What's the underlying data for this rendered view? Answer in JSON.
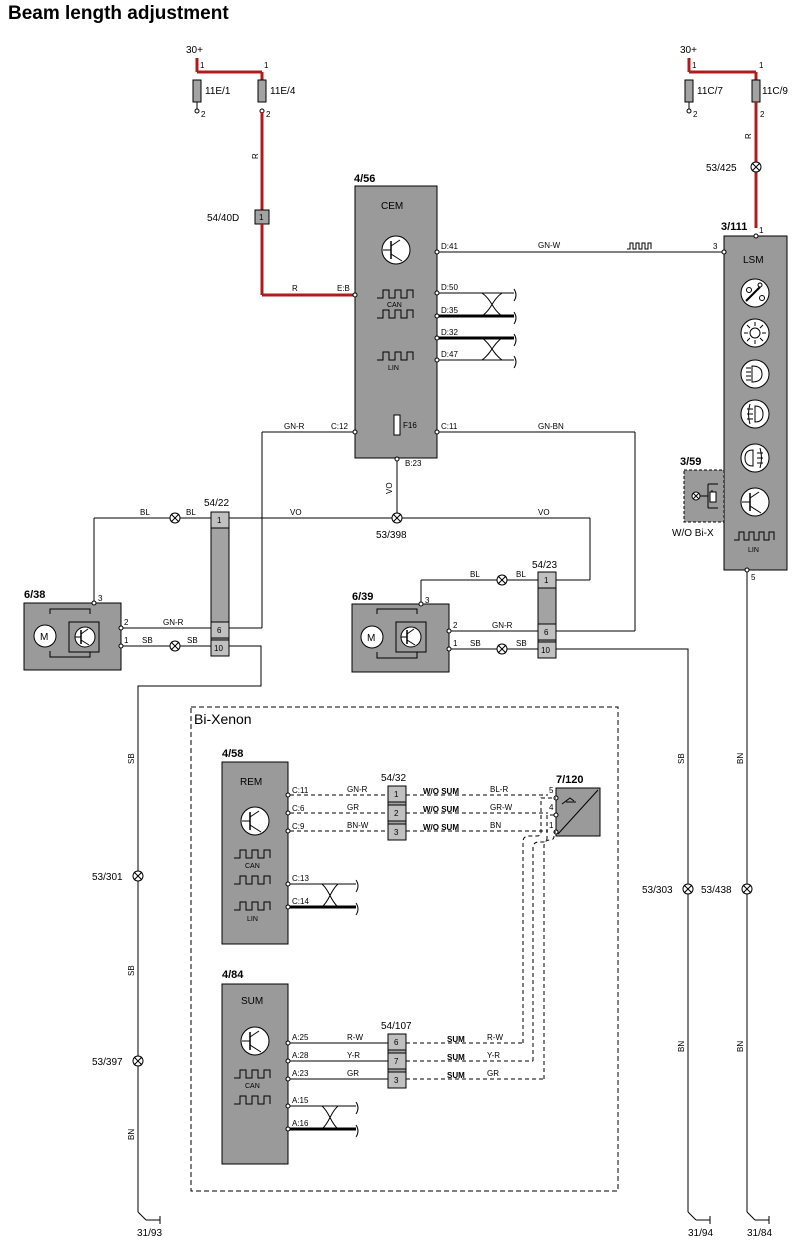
{
  "title": "Beam length adjustment",
  "power": {
    "left": "30+",
    "right": "30+"
  },
  "fuses": {
    "f11e1": "11E/1",
    "f11e4": "11E/4",
    "f11c7": "11C/7",
    "f11c9": "11C/9"
  },
  "components": {
    "cem": {
      "id": "4/56",
      "name": "CEM",
      "can": "CAN",
      "lin": "LIN",
      "fuse": "F16"
    },
    "lsm": {
      "id": "3/111",
      "name": "LSM",
      "lin": "LIN"
    },
    "bix": {
      "id": "3/59",
      "note": "W/O Bi-X"
    },
    "motor_left": {
      "id": "6/38",
      "motor": "M"
    },
    "motor_right": {
      "id": "6/39",
      "motor": "M"
    },
    "rem": {
      "id": "4/58",
      "name": "REM",
      "can": "CAN",
      "lin": "LIN"
    },
    "sum": {
      "id": "4/84",
      "name": "SUM",
      "can": "CAN"
    },
    "sensor": {
      "id": "7/120"
    }
  },
  "connectors": {
    "c5440d": "54/40D",
    "c5422": "54/22",
    "c5423": "54/23",
    "c5432": "54/32",
    "c54107": "54/107"
  },
  "splices": {
    "s53425": "53/425",
    "s53398": "53/398",
    "s53301": "53/301",
    "s53397": "53/397",
    "s53303": "53/303",
    "s53438": "53/438"
  },
  "grounds": {
    "g3193": "31/93",
    "g3194": "31/94",
    "g3184": "31/84"
  },
  "group_label": "Bi-Xenon",
  "pins": {
    "one": "1",
    "two": "2",
    "three": "3",
    "four": "4",
    "five": "5",
    "six": "6",
    "seven": "7",
    "ten": "10",
    "cem_d41": "D:41",
    "cem_eb": "E:B",
    "cem_d50": "D:50",
    "cem_d35": "D:35",
    "cem_d32": "D:32",
    "cem_d47": "D:47",
    "cem_c12": "C:12",
    "cem_c11": "C:11",
    "cem_b23": "B:23",
    "rem_c11": "C:11",
    "rem_c6": "C:6",
    "rem_c9": "C:9",
    "rem_c13": "C:13",
    "rem_c14": "C:14",
    "sum_a25": "A:25",
    "sum_a28": "A:28",
    "sum_a23": "A:23",
    "sum_a15": "A:15",
    "sum_a16": "A:16"
  },
  "wires": {
    "r": "R",
    "gnw": "GN-W",
    "gnr": "GN-R",
    "gnbn": "GN-BN",
    "vo": "VO",
    "bl": "BL",
    "sb": "SB",
    "bn": "BN",
    "bnw": "BN-W",
    "gr": "GR",
    "blr": "BL-R",
    "grw": "GR-W",
    "rw": "R-W",
    "yr": "Y-R"
  },
  "variants": {
    "wo_sum": "W/O SUM",
    "sum": "SUM"
  }
}
